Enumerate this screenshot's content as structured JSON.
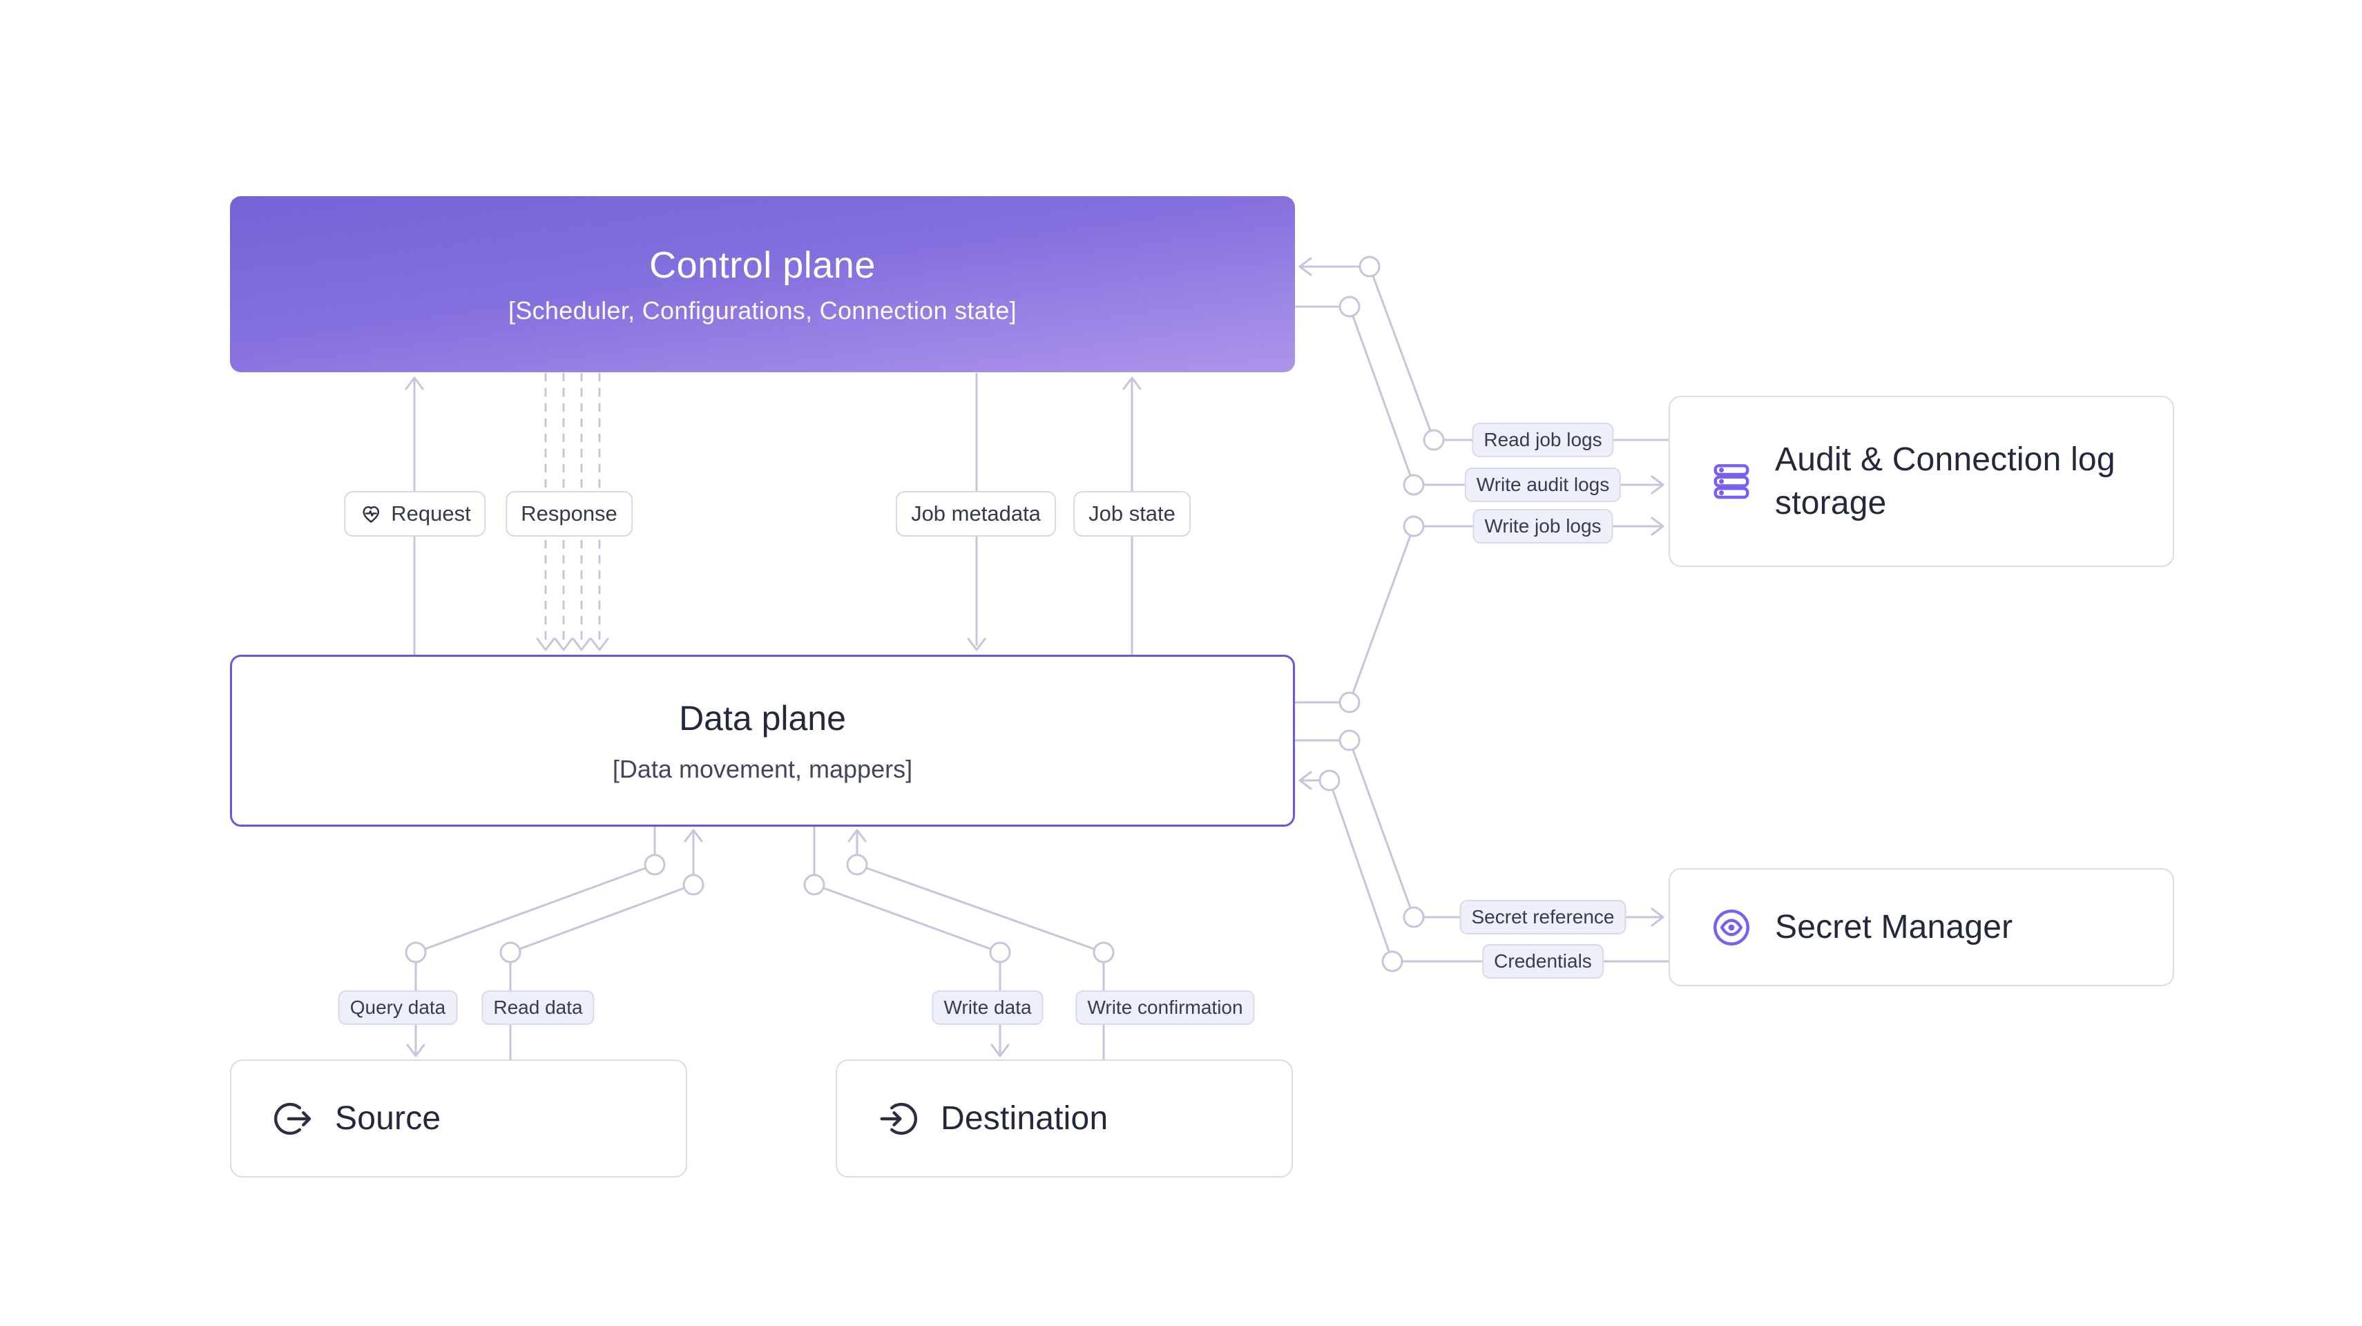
{
  "diagram": {
    "nodes": {
      "control_plane": {
        "title": "Control plane",
        "subtitle": "[Scheduler, Configurations, Connection state]"
      },
      "data_plane": {
        "title": "Data plane",
        "subtitle": "[Data movement, mappers]"
      },
      "source": {
        "title": "Source"
      },
      "destination": {
        "title": "Destination"
      },
      "audit_log_storage": {
        "title": "Audit & Connection log storage"
      },
      "secret_manager": {
        "title": "Secret Manager"
      }
    },
    "edges": {
      "request": {
        "label": "Request"
      },
      "response": {
        "label": "Response"
      },
      "job_metadata": {
        "label": "Job metadata"
      },
      "job_state": {
        "label": "Job state"
      },
      "read_job_logs": {
        "label": "Read job logs"
      },
      "write_audit_logs": {
        "label": "Write audit logs"
      },
      "write_job_logs": {
        "label": "Write job logs"
      },
      "secret_reference": {
        "label": "Secret reference"
      },
      "credentials": {
        "label": "Credentials"
      },
      "query_data": {
        "label": "Query data"
      },
      "read_data": {
        "label": "Read data"
      },
      "write_data": {
        "label": "Write data"
      },
      "write_confirmation": {
        "label": "Write confirmation"
      }
    },
    "colors": {
      "control_plane_gradient_top": "#6a59d3",
      "control_plane_gradient_bottom": "#a78ee9",
      "data_plane_border": "#6e53e8",
      "connector_line": "#c3c6dd",
      "icon_purple": "#7a5ff2",
      "chip_background": "#eef0f9",
      "text_dark": "#23293c"
    }
  }
}
